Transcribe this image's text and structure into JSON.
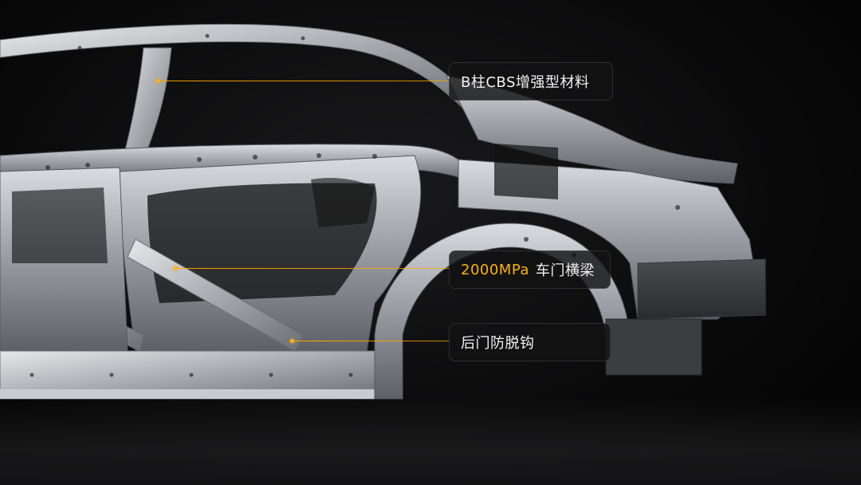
{
  "callouts": [
    {
      "id": "b-pillar",
      "text": "B柱CBS增强型材料"
    },
    {
      "id": "door-beam",
      "accent": "2000MPa",
      "text": "车门横梁"
    },
    {
      "id": "anti-detach-hook",
      "text": "后门防脱钩"
    }
  ],
  "colors": {
    "background": "#000000",
    "frame_metal": "#9a9ea4",
    "callout_line": "#ffa800",
    "accent_text": "#ffb300",
    "label_bg": "#121214"
  },
  "subject": "car-body-in-white-rear-section"
}
